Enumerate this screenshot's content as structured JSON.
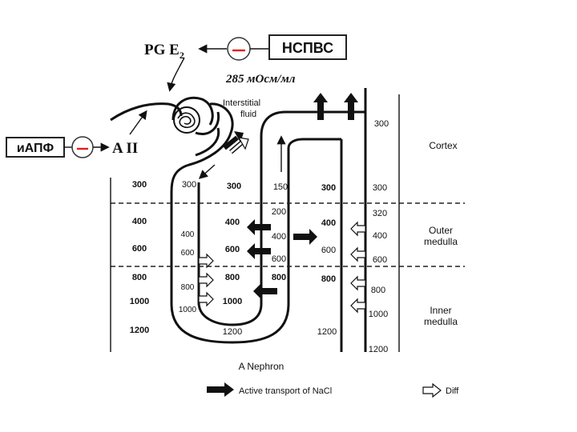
{
  "top": {
    "pge2": "PG E",
    "pge2_sub": "2",
    "minus": "–",
    "nsaid": "НСПВС",
    "osm": "285 мОсм/мл"
  },
  "left": {
    "iapf": "иАПФ",
    "minus": "–",
    "a2": "A II"
  },
  "interstitial": "Interstitial",
  "fluid": "fluid",
  "zones": {
    "cortex": "Cortex",
    "outer1": "Outer",
    "outer2": "medulla",
    "inner1": "Inner",
    "inner2": "medulla"
  },
  "right_col": [
    "300",
    "320",
    "400",
    "600",
    "800",
    "1000",
    "1200"
  ],
  "left_col": [
    "300",
    "400",
    "600",
    "800",
    "1000",
    "1200"
  ],
  "tubule_in": [
    "300",
    "400",
    "600",
    "800",
    "1000"
  ],
  "loop_inner": [
    "300",
    "400",
    "600",
    "800",
    "1000",
    "1200"
  ],
  "asc": [
    "150",
    "200",
    "400",
    "600",
    "800"
  ],
  "mid_right": [
    "300",
    "400",
    "600",
    "800",
    "1200"
  ],
  "caption": "A Nephron",
  "legend": {
    "active": "Active transport of NaCl",
    "diff": "Diff"
  },
  "colors": {
    "minus_sign": "#e02020"
  }
}
